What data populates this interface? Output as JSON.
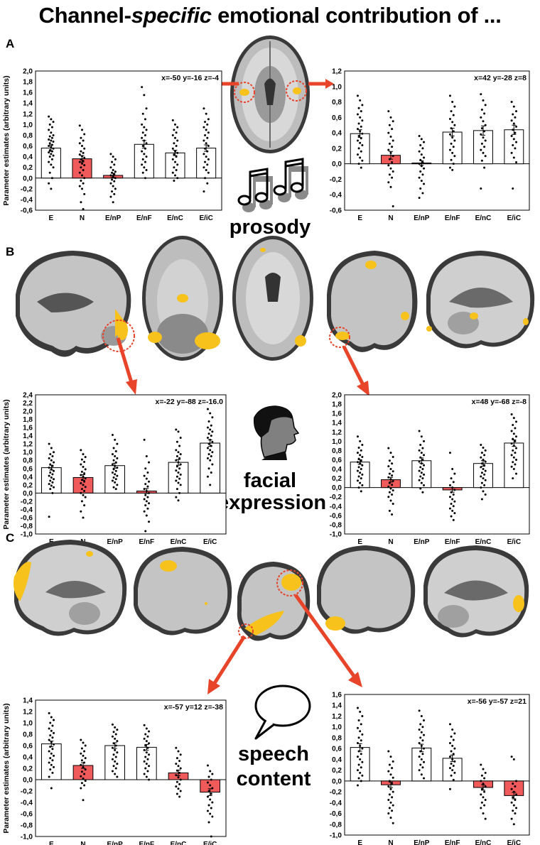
{
  "title": {
    "pre": "Channel-",
    "italic": "specific",
    "post": " emotional contribution of ..."
  },
  "panels": {
    "A": {
      "letter": "A",
      "label": "prosody"
    },
    "B": {
      "letter": "B",
      "label_line1": "facial",
      "label_line2": "expression"
    },
    "C": {
      "letter": "C",
      "label_line1": "speech",
      "label_line2": "content"
    }
  },
  "colors": {
    "highlight": "#f05a5a",
    "plain": "#ffffff",
    "activation": "#f7c21b",
    "arrow": "#e8442a"
  },
  "icons": [
    "music-notes-icon",
    "face-profile-icon",
    "speech-bubble-icon"
  ],
  "chart_data": [
    {
      "id": "A-left",
      "type": "bar",
      "coord": "x=-50 y=-16 z=-4",
      "ylabel": "Parameter estimates (arbitrary units)",
      "categories": [
        "E",
        "N",
        "E/nP",
        "E/nF",
        "E/nC",
        "E/iC"
      ],
      "values": [
        0.56,
        0.36,
        0.05,
        0.63,
        0.47,
        0.56
      ],
      "errors": [
        0.06,
        0.06,
        0.04,
        0.07,
        0.05,
        0.06
      ],
      "highlight": [
        false,
        true,
        true,
        false,
        false,
        false
      ],
      "ylim": [
        -0.6,
        2.0
      ],
      "ystep": 0.2,
      "tick_format": "comma",
      "points": [
        [
          1.15,
          1.1,
          1.05,
          1.0,
          0.95,
          0.9,
          0.85,
          0.8,
          0.78,
          0.75,
          0.72,
          0.7,
          0.68,
          0.65,
          0.62,
          0.6,
          0.58,
          0.55,
          0.52,
          0.5,
          0.48,
          0.45,
          0.42,
          0.4,
          0.35,
          0.3,
          0.25,
          0.2,
          0.1,
          0.0,
          -0.1,
          -0.2
        ],
        [
          0.98,
          0.9,
          0.82,
          0.75,
          0.7,
          0.65,
          0.6,
          0.55,
          0.5,
          0.47,
          0.44,
          0.41,
          0.38,
          0.35,
          0.32,
          0.3,
          0.27,
          0.24,
          0.2,
          0.15,
          0.1,
          0.05,
          0.0,
          -0.05,
          -0.1,
          -0.15,
          -0.2,
          -0.3,
          -0.45,
          -0.58
        ],
        [
          0.45,
          0.4,
          0.35,
          0.3,
          0.25,
          0.2,
          0.15,
          0.12,
          0.1,
          0.07,
          0.05,
          0.03,
          0.0,
          -0.03,
          -0.06,
          -0.1,
          -0.15,
          -0.2,
          -0.25,
          -0.3,
          -0.35,
          -0.45
        ],
        [
          1.7,
          1.55,
          1.3,
          1.2,
          1.1,
          1.0,
          0.95,
          0.9,
          0.85,
          0.8,
          0.75,
          0.7,
          0.65,
          0.6,
          0.55,
          0.5,
          0.45,
          0.4,
          0.35,
          0.3,
          0.25,
          0.2,
          0.15,
          0.1,
          0.0
        ],
        [
          1.08,
          1.0,
          0.95,
          0.9,
          0.85,
          0.8,
          0.75,
          0.7,
          0.65,
          0.6,
          0.55,
          0.5,
          0.47,
          0.44,
          0.4,
          0.35,
          0.3,
          0.25,
          0.2,
          0.15,
          0.1,
          0.05,
          0.0,
          -0.05
        ],
        [
          1.3,
          1.2,
          1.1,
          1.05,
          1.0,
          0.95,
          0.9,
          0.85,
          0.8,
          0.75,
          0.7,
          0.65,
          0.6,
          0.55,
          0.5,
          0.45,
          0.4,
          0.35,
          0.3,
          0.25,
          0.2,
          0.15,
          0.1,
          0.0,
          -0.1,
          -0.25
        ]
      ]
    },
    {
      "id": "A-right",
      "type": "bar",
      "coord": "x=42 y=-28 z=8",
      "ylabel": "",
      "categories": [
        "E",
        "N",
        "E/nP",
        "E/nF",
        "E/nC",
        "E/iC"
      ],
      "values": [
        0.39,
        0.11,
        0.01,
        0.41,
        0.43,
        0.44
      ],
      "errors": [
        0.05,
        0.05,
        0.03,
        0.05,
        0.06,
        0.06
      ],
      "highlight": [
        false,
        true,
        true,
        false,
        false,
        false
      ],
      "ylim": [
        -0.6,
        1.2
      ],
      "ystep": 0.2,
      "tick_format": "comma",
      "points": [
        [
          0.88,
          0.82,
          0.76,
          0.72,
          0.68,
          0.64,
          0.6,
          0.56,
          0.52,
          0.48,
          0.45,
          0.42,
          0.39,
          0.36,
          0.33,
          0.3,
          0.27,
          0.24,
          0.2,
          0.16,
          0.12,
          0.08,
          0.04,
          0.0,
          -0.05
        ],
        [
          0.68,
          0.6,
          0.55,
          0.5,
          0.45,
          0.4,
          0.35,
          0.3,
          0.26,
          0.22,
          0.18,
          0.14,
          0.1,
          0.06,
          0.02,
          -0.02,
          -0.06,
          -0.1,
          -0.14,
          -0.18,
          -0.24,
          -0.3,
          -0.55
        ],
        [
          0.36,
          0.32,
          0.28,
          0.24,
          0.2,
          0.16,
          0.12,
          0.08,
          0.05,
          0.02,
          0.0,
          -0.03,
          -0.06,
          -0.1,
          -0.14,
          -0.18,
          -0.22,
          -0.26,
          -0.32,
          -0.38,
          -0.44
        ],
        [
          0.88,
          0.8,
          0.74,
          0.68,
          0.63,
          0.58,
          0.54,
          0.5,
          0.46,
          0.42,
          0.38,
          0.34,
          0.3,
          0.26,
          0.22,
          0.18,
          0.14,
          0.1,
          0.05,
          0.0,
          -0.05,
          -0.08
        ],
        [
          0.9,
          0.82,
          0.76,
          0.7,
          0.65,
          0.6,
          0.55,
          0.5,
          0.46,
          0.42,
          0.38,
          0.34,
          0.3,
          0.26,
          0.22,
          0.18,
          0.14,
          0.1,
          0.04,
          -0.05,
          -0.32
        ],
        [
          0.8,
          0.74,
          0.68,
          0.64,
          0.6,
          0.56,
          0.52,
          0.48,
          0.44,
          0.4,
          0.36,
          0.32,
          0.28,
          0.24,
          0.2,
          0.14,
          0.08,
          0.02,
          -0.32
        ]
      ]
    },
    {
      "id": "B-left",
      "type": "bar",
      "coord": "x=-22 y=-88 z=-16.0",
      "ylabel": "Parameter estimates (arbitrary units)",
      "categories": [
        "E",
        "N",
        "E/nP",
        "E/nF",
        "E/nC",
        "E/iC"
      ],
      "values": [
        0.62,
        0.38,
        0.67,
        0.05,
        0.75,
        1.22
      ],
      "errors": [
        0.06,
        0.07,
        0.06,
        0.06,
        0.07,
        0.08
      ],
      "highlight": [
        false,
        true,
        false,
        true,
        false,
        false
      ],
      "ylim": [
        -1.0,
        2.4
      ],
      "ystep": 0.2,
      "tick_format": "comma",
      "points": [
        [
          1.2,
          1.1,
          1.0,
          0.95,
          0.9,
          0.85,
          0.8,
          0.75,
          0.7,
          0.66,
          0.62,
          0.58,
          0.54,
          0.5,
          0.46,
          0.42,
          0.38,
          0.34,
          0.3,
          0.26,
          0.22,
          0.18,
          0.14,
          0.1,
          0.0,
          -0.58
        ],
        [
          1.05,
          0.95,
          0.88,
          0.82,
          0.76,
          0.7,
          0.64,
          0.58,
          0.52,
          0.48,
          0.44,
          0.4,
          0.36,
          0.32,
          0.28,
          0.24,
          0.2,
          0.15,
          0.1,
          0.05,
          0.0,
          -0.05,
          -0.1,
          -0.2,
          -0.3,
          -0.45,
          -0.6
        ],
        [
          1.42,
          1.3,
          1.2,
          1.1,
          1.02,
          0.95,
          0.9,
          0.85,
          0.8,
          0.75,
          0.7,
          0.66,
          0.62,
          0.58,
          0.54,
          0.5,
          0.46,
          0.42,
          0.38,
          0.34,
          0.3,
          0.26,
          0.2,
          0.14,
          0.1
        ],
        [
          1.3,
          0.9,
          0.75,
          0.6,
          0.5,
          0.42,
          0.35,
          0.28,
          0.22,
          0.16,
          0.1,
          0.05,
          0.0,
          -0.05,
          -0.1,
          -0.15,
          -0.2,
          -0.25,
          -0.3,
          -0.38,
          -0.45,
          -0.55,
          -0.7,
          -0.93
        ],
        [
          1.55,
          1.5,
          1.35,
          1.25,
          1.15,
          1.05,
          1.0,
          0.95,
          0.9,
          0.85,
          0.8,
          0.75,
          0.7,
          0.65,
          0.6,
          0.55,
          0.5,
          0.45,
          0.4,
          0.35,
          0.3,
          0.25,
          0.2,
          0.1,
          0.0,
          -0.1,
          -0.18
        ],
        [
          2.05,
          1.95,
          1.85,
          1.75,
          1.65,
          1.6,
          1.55,
          1.5,
          1.45,
          1.4,
          1.35,
          1.3,
          1.25,
          1.2,
          1.15,
          1.1,
          1.05,
          1.0,
          0.95,
          0.9,
          0.85,
          0.8,
          0.7,
          0.6,
          0.5,
          0.4,
          0.2
        ]
      ]
    },
    {
      "id": "B-right",
      "type": "bar",
      "coord": "x=48 y=-68 z=-8",
      "ylabel": "",
      "categories": [
        "E",
        "N",
        "E/nP",
        "E/nF",
        "E/nC",
        "E/iC"
      ],
      "values": [
        0.55,
        0.17,
        0.58,
        -0.05,
        0.52,
        0.96
      ],
      "errors": [
        0.05,
        0.05,
        0.06,
        0.05,
        0.06,
        0.07
      ],
      "highlight": [
        false,
        true,
        false,
        true,
        false,
        false
      ],
      "ylim": [
        -1.0,
        2.0
      ],
      "ystep": 0.2,
      "tick_format": "comma",
      "points": [
        [
          1.1,
          1.0,
          0.92,
          0.86,
          0.8,
          0.75,
          0.7,
          0.66,
          0.62,
          0.58,
          0.55,
          0.52,
          0.48,
          0.44,
          0.4,
          0.36,
          0.32,
          0.28,
          0.24,
          0.2,
          0.15,
          0.1,
          0.05,
          0.0,
          -0.08
        ],
        [
          0.85,
          0.75,
          0.66,
          0.58,
          0.52,
          0.46,
          0.4,
          0.35,
          0.3,
          0.26,
          0.22,
          0.18,
          0.14,
          0.1,
          0.06,
          0.02,
          -0.02,
          -0.06,
          -0.1,
          -0.15,
          -0.2,
          -0.28,
          -0.35,
          -0.5,
          -0.58
        ],
        [
          1.22,
          1.1,
          1.0,
          0.92,
          0.85,
          0.8,
          0.75,
          0.7,
          0.65,
          0.6,
          0.56,
          0.52,
          0.48,
          0.44,
          0.4,
          0.36,
          0.32,
          0.28,
          0.24,
          0.2,
          0.16,
          0.1,
          0.05,
          -0.02,
          -0.1
        ],
        [
          0.75,
          0.4,
          0.3,
          0.2,
          0.12,
          0.05,
          0.0,
          -0.05,
          -0.1,
          -0.15,
          -0.2,
          -0.25,
          -0.3,
          -0.35,
          -0.4,
          -0.45,
          -0.5,
          -0.55,
          -0.62,
          -0.7
        ],
        [
          0.92,
          0.86,
          0.8,
          0.75,
          0.7,
          0.65,
          0.6,
          0.56,
          0.52,
          0.48,
          0.44,
          0.4,
          0.36,
          0.32,
          0.28,
          0.24,
          0.2,
          0.16,
          0.1,
          0.05,
          0.0,
          -0.08,
          -0.15,
          -0.25
        ],
        [
          1.58,
          1.5,
          1.42,
          1.35,
          1.28,
          1.22,
          1.16,
          1.1,
          1.05,
          1.0,
          0.95,
          0.9,
          0.85,
          0.8,
          0.75,
          0.7,
          0.65,
          0.6,
          0.55,
          0.5,
          0.45,
          0.4,
          0.3,
          0.2
        ]
      ]
    },
    {
      "id": "C-left",
      "type": "bar",
      "coord": "x=-57 y=12 z=-38",
      "ylabel": "Parameter estimates (arbitrary units)",
      "categories": [
        "E",
        "N",
        "E/nP",
        "E/nF",
        "E/nC",
        "E/iC"
      ],
      "values": [
        0.63,
        0.25,
        0.6,
        0.57,
        0.12,
        -0.22
      ],
      "errors": [
        0.05,
        0.05,
        0.05,
        0.05,
        0.05,
        0.06
      ],
      "highlight": [
        false,
        true,
        false,
        false,
        true,
        true
      ],
      "ylim": [
        -1.0,
        1.4
      ],
      "ystep": 0.2,
      "tick_format": "comma",
      "points": [
        [
          1.17,
          1.1,
          1.05,
          1.0,
          0.95,
          0.9,
          0.86,
          0.82,
          0.78,
          0.74,
          0.7,
          0.66,
          0.62,
          0.58,
          0.54,
          0.5,
          0.46,
          0.42,
          0.38,
          0.34,
          0.3,
          0.26,
          0.22,
          0.18,
          0.12,
          0.05,
          -0.15
        ],
        [
          0.7,
          0.65,
          0.6,
          0.55,
          0.5,
          0.46,
          0.42,
          0.38,
          0.34,
          0.3,
          0.26,
          0.22,
          0.18,
          0.14,
          0.1,
          0.06,
          0.02,
          -0.02,
          -0.06,
          -0.1,
          -0.15,
          -0.36
        ],
        [
          0.97,
          0.92,
          0.88,
          0.84,
          0.8,
          0.76,
          0.72,
          0.68,
          0.64,
          0.6,
          0.56,
          0.52,
          0.48,
          0.44,
          0.4,
          0.36,
          0.32,
          0.28,
          0.24,
          0.2,
          0.15,
          0.1,
          0.05
        ],
        [
          0.96,
          0.9,
          0.85,
          0.8,
          0.76,
          0.72,
          0.68,
          0.64,
          0.6,
          0.56,
          0.52,
          0.48,
          0.44,
          0.4,
          0.36,
          0.32,
          0.28,
          0.24,
          0.2,
          0.15,
          0.1,
          0.05,
          0.0
        ],
        [
          0.56,
          0.5,
          0.44,
          0.38,
          0.33,
          0.28,
          0.24,
          0.2,
          0.16,
          0.12,
          0.08,
          0.04,
          0.0,
          -0.04,
          -0.08,
          -0.12,
          -0.16,
          -0.2,
          -0.25,
          -0.3
        ],
        [
          0.25,
          0.15,
          0.1,
          0.05,
          0.0,
          -0.05,
          -0.1,
          -0.15,
          -0.2,
          -0.25,
          -0.3,
          -0.35,
          -0.4,
          -0.45,
          -0.5,
          -0.55,
          -0.6,
          -0.65,
          -0.75,
          -1.0
        ]
      ]
    },
    {
      "id": "C-right",
      "type": "bar",
      "coord": "x=-56 y=-57 z=21",
      "ylabel": "",
      "categories": [
        "E",
        "N",
        "E/nP",
        "E/nF",
        "E/nC",
        "E/iC"
      ],
      "values": [
        0.62,
        -0.07,
        0.61,
        0.42,
        -0.12,
        -0.27
      ],
      "errors": [
        0.07,
        0.05,
        0.07,
        0.06,
        0.05,
        0.06
      ],
      "highlight": [
        false,
        true,
        false,
        false,
        true,
        true
      ],
      "ylim": [
        -1.0,
        1.6
      ],
      "ystep": 0.2,
      "tick_format": "comma",
      "points": [
        [
          1.35,
          1.28,
          1.2,
          1.12,
          1.05,
          0.98,
          0.92,
          0.86,
          0.8,
          0.75,
          0.7,
          0.65,
          0.6,
          0.55,
          0.5,
          0.45,
          0.4,
          0.35,
          0.3,
          0.25,
          0.2,
          0.15,
          0.1,
          0.05,
          0.0,
          -0.08
        ],
        [
          0.55,
          0.45,
          0.36,
          0.3,
          0.24,
          0.18,
          0.12,
          0.06,
          0.0,
          -0.05,
          -0.1,
          -0.15,
          -0.2,
          -0.25,
          -0.3,
          -0.35,
          -0.4,
          -0.45,
          -0.5,
          -0.55,
          -0.6,
          -0.68,
          -0.78
        ],
        [
          1.3,
          1.2,
          1.12,
          1.05,
          1.0,
          0.95,
          0.9,
          0.85,
          0.8,
          0.75,
          0.7,
          0.65,
          0.6,
          0.55,
          0.5,
          0.45,
          0.4,
          0.35,
          0.3,
          0.25,
          0.2,
          0.12,
          0.05
        ],
        [
          1.05,
          0.95,
          0.88,
          0.82,
          0.76,
          0.7,
          0.65,
          0.6,
          0.55,
          0.5,
          0.45,
          0.4,
          0.36,
          0.32,
          0.28,
          0.24,
          0.2,
          0.15,
          0.1,
          0.02,
          -0.15
        ],
        [
          0.3,
          0.22,
          0.15,
          0.1,
          0.05,
          0.0,
          -0.05,
          -0.1,
          -0.15,
          -0.2,
          -0.25,
          -0.3,
          -0.35,
          -0.4,
          -0.45,
          -0.5,
          -0.6,
          -0.7
        ],
        [
          0.45,
          0.4,
          0.0,
          -0.05,
          -0.1,
          -0.15,
          -0.2,
          -0.25,
          -0.3,
          -0.35,
          -0.4,
          -0.45,
          -0.5,
          -0.55,
          -0.6,
          -0.7,
          -0.8
        ]
      ]
    }
  ]
}
